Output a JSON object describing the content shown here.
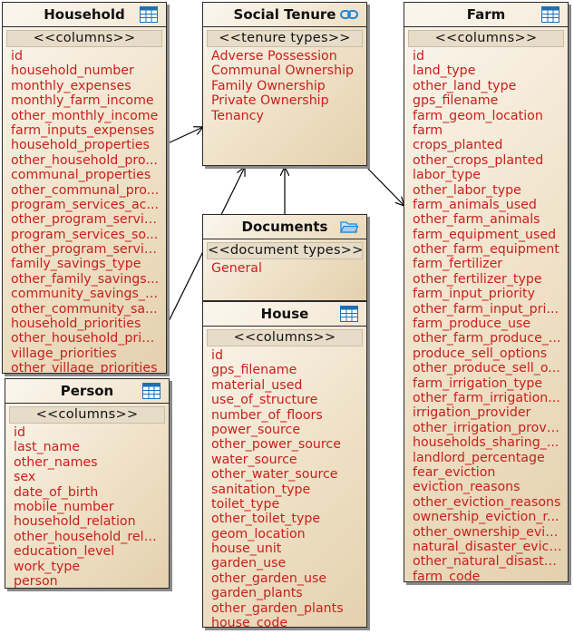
{
  "entities": {
    "household": {
      "title": "Household",
      "icon": "table-icon",
      "stereotype": "<<columns>>",
      "fields": [
        "id",
        "household_number",
        "monthly_expenses",
        "monthly_farm_income",
        "other_monthly_income",
        "farm_inputs_expenses",
        "household_properties",
        "other_household_pro...",
        "communal_properties",
        "other_communal_pro...",
        "program_services_ac...",
        "other_program_servic...",
        "program_services_so...",
        "other_program_servic...",
        "family_savings_type",
        "other_family_savings...",
        "community_savings_t...",
        "other_community_sa...",
        "household_priorities",
        "other_household_prio...",
        "village_priorities",
        "other_village_priorities"
      ]
    },
    "social_tenure": {
      "title": "Social Tenure",
      "icon": "link-icon",
      "stereotype": "<<tenure types>>",
      "fields": [
        "Adverse Possession",
        "Communal Ownership",
        "Family Ownership",
        "Private Ownership",
        "Tenancy"
      ]
    },
    "farm": {
      "title": "Farm",
      "icon": "table-icon",
      "stereotype": "<<columns>>",
      "fields": [
        "id",
        "land_type",
        "other_land_type",
        "gps_filename",
        "farm_geom_location",
        "farm",
        "crops_planted",
        "other_crops_planted",
        "labor_type",
        "other_labor_type",
        "farm_animals_used",
        "other_farm_animals",
        "farm_equipment_used",
        "other_farm_equipment",
        "farm_fertilizer",
        "other_fertilizer_type",
        "farm_input_priority",
        "other_farm_input_pri...",
        "farm_produce_use",
        "other_farm_produce_...",
        "produce_sell_options",
        "other_produce_sell_o...",
        "farm_irrigation_type",
        "other_farm_irrigation...",
        "irrigation_provider",
        "other_irrigation_provi...",
        "households_sharing_...",
        "landlord_percentage",
        "fear_eviction",
        "eviction_reasons",
        "other_eviction_reasons",
        "ownership_eviction_r...",
        "other_ownership_evic...",
        "natural_disaster_evict...",
        "other_natural_disaste...",
        "farm_code"
      ]
    },
    "documents": {
      "title": "Documents",
      "icon": "folder-icon",
      "stereotype": "<<document types>>",
      "fields": [
        "General"
      ]
    },
    "house": {
      "title": "House",
      "icon": "table-icon",
      "stereotype": "<<columns>>",
      "fields": [
        "id",
        "gps_filename",
        "material_used",
        "use_of_structure",
        "number_of_floors",
        "power_source",
        "other_power_source",
        "water_source",
        "other_water_source",
        "sanitation_type",
        "toilet_type",
        "other_toilet_type",
        "geom_location",
        "house_unit",
        "garden_use",
        "other_garden_use",
        "garden_plants",
        "other_garden_plants",
        "house_code"
      ]
    },
    "person": {
      "title": "Person",
      "icon": "table-icon",
      "stereotype": "<<columns>>",
      "fields": [
        "id",
        "last_name",
        "other_names",
        "sex",
        "date_of_birth",
        "mobile_number",
        "household_relation",
        "other_household_rela...",
        "education_level",
        "work_type",
        "person"
      ]
    }
  },
  "colors": {
    "field_text": "#c8201c",
    "table_icon": "#1f6fb5",
    "link_icon": "#1f87d8"
  }
}
